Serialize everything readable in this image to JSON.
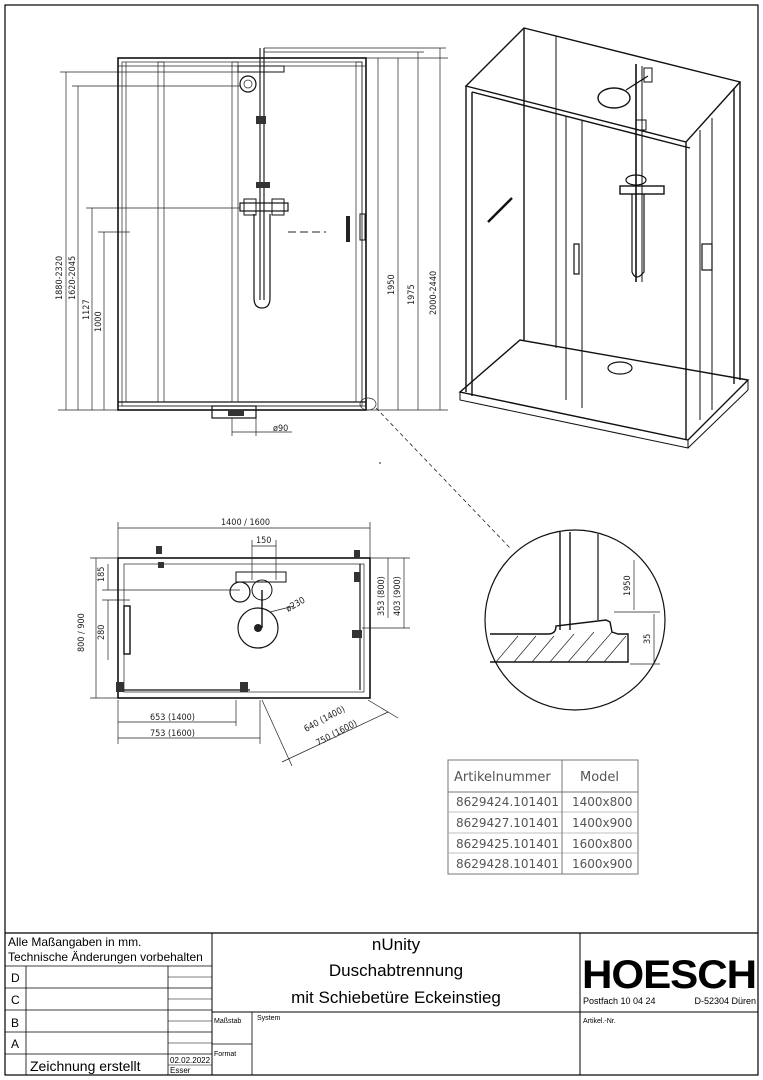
{
  "front_view": {
    "dims": {
      "d1880": "1880-2320",
      "d1620": "1620-2045",
      "d1127": "1127",
      "d1000": "1000",
      "d1950": "1950",
      "d1975": "1975",
      "d2000": "2000-2440",
      "d90": "ø90"
    }
  },
  "plan_view": {
    "dims": {
      "width": "1400 / 1600",
      "d150": "150",
      "d185": "185",
      "d280": "280",
      "depth": "800 / 900",
      "d353": "353 (800)",
      "d403": "403 (900)",
      "d230": "ø230",
      "d653": "653 (1400)",
      "d753": "753 (1600)",
      "d640": "640 (1400)",
      "d750": "750 (1600)"
    }
  },
  "detail": {
    "d1950": "1950",
    "d35": "35"
  },
  "article_table": {
    "headers": [
      "Artikelnummer",
      "Model"
    ],
    "rows": [
      [
        "8629424.101401",
        "1400x800"
      ],
      [
        "8629427.101401",
        "1400x900"
      ],
      [
        "8629425.101401",
        "1600x800"
      ],
      [
        "8629428.101401",
        "1600x900"
      ]
    ]
  },
  "title_block": {
    "note1": "Alle Maßangaben in mm.",
    "note2": "Technische Änderungen vorbehalten",
    "rev_d": "D",
    "rev_c": "C",
    "rev_b": "B",
    "rev_a": "A",
    "drawn_label": "Zeichnung erstellt",
    "drawn_date": "02.02.2022",
    "drawn_by": "Esser",
    "massstab": "Maßstab",
    "format": "Format",
    "system": "System",
    "title1": "nUnity",
    "title2": "Duschabtrennung",
    "title3": "mit Schiebetüre Eckeinstieg",
    "logo": "HOESCH",
    "address_left": "Postfach 10 04 24",
    "address_right": "D-52304 Düren",
    "artikel_nr": "Artikel.-Nr."
  }
}
